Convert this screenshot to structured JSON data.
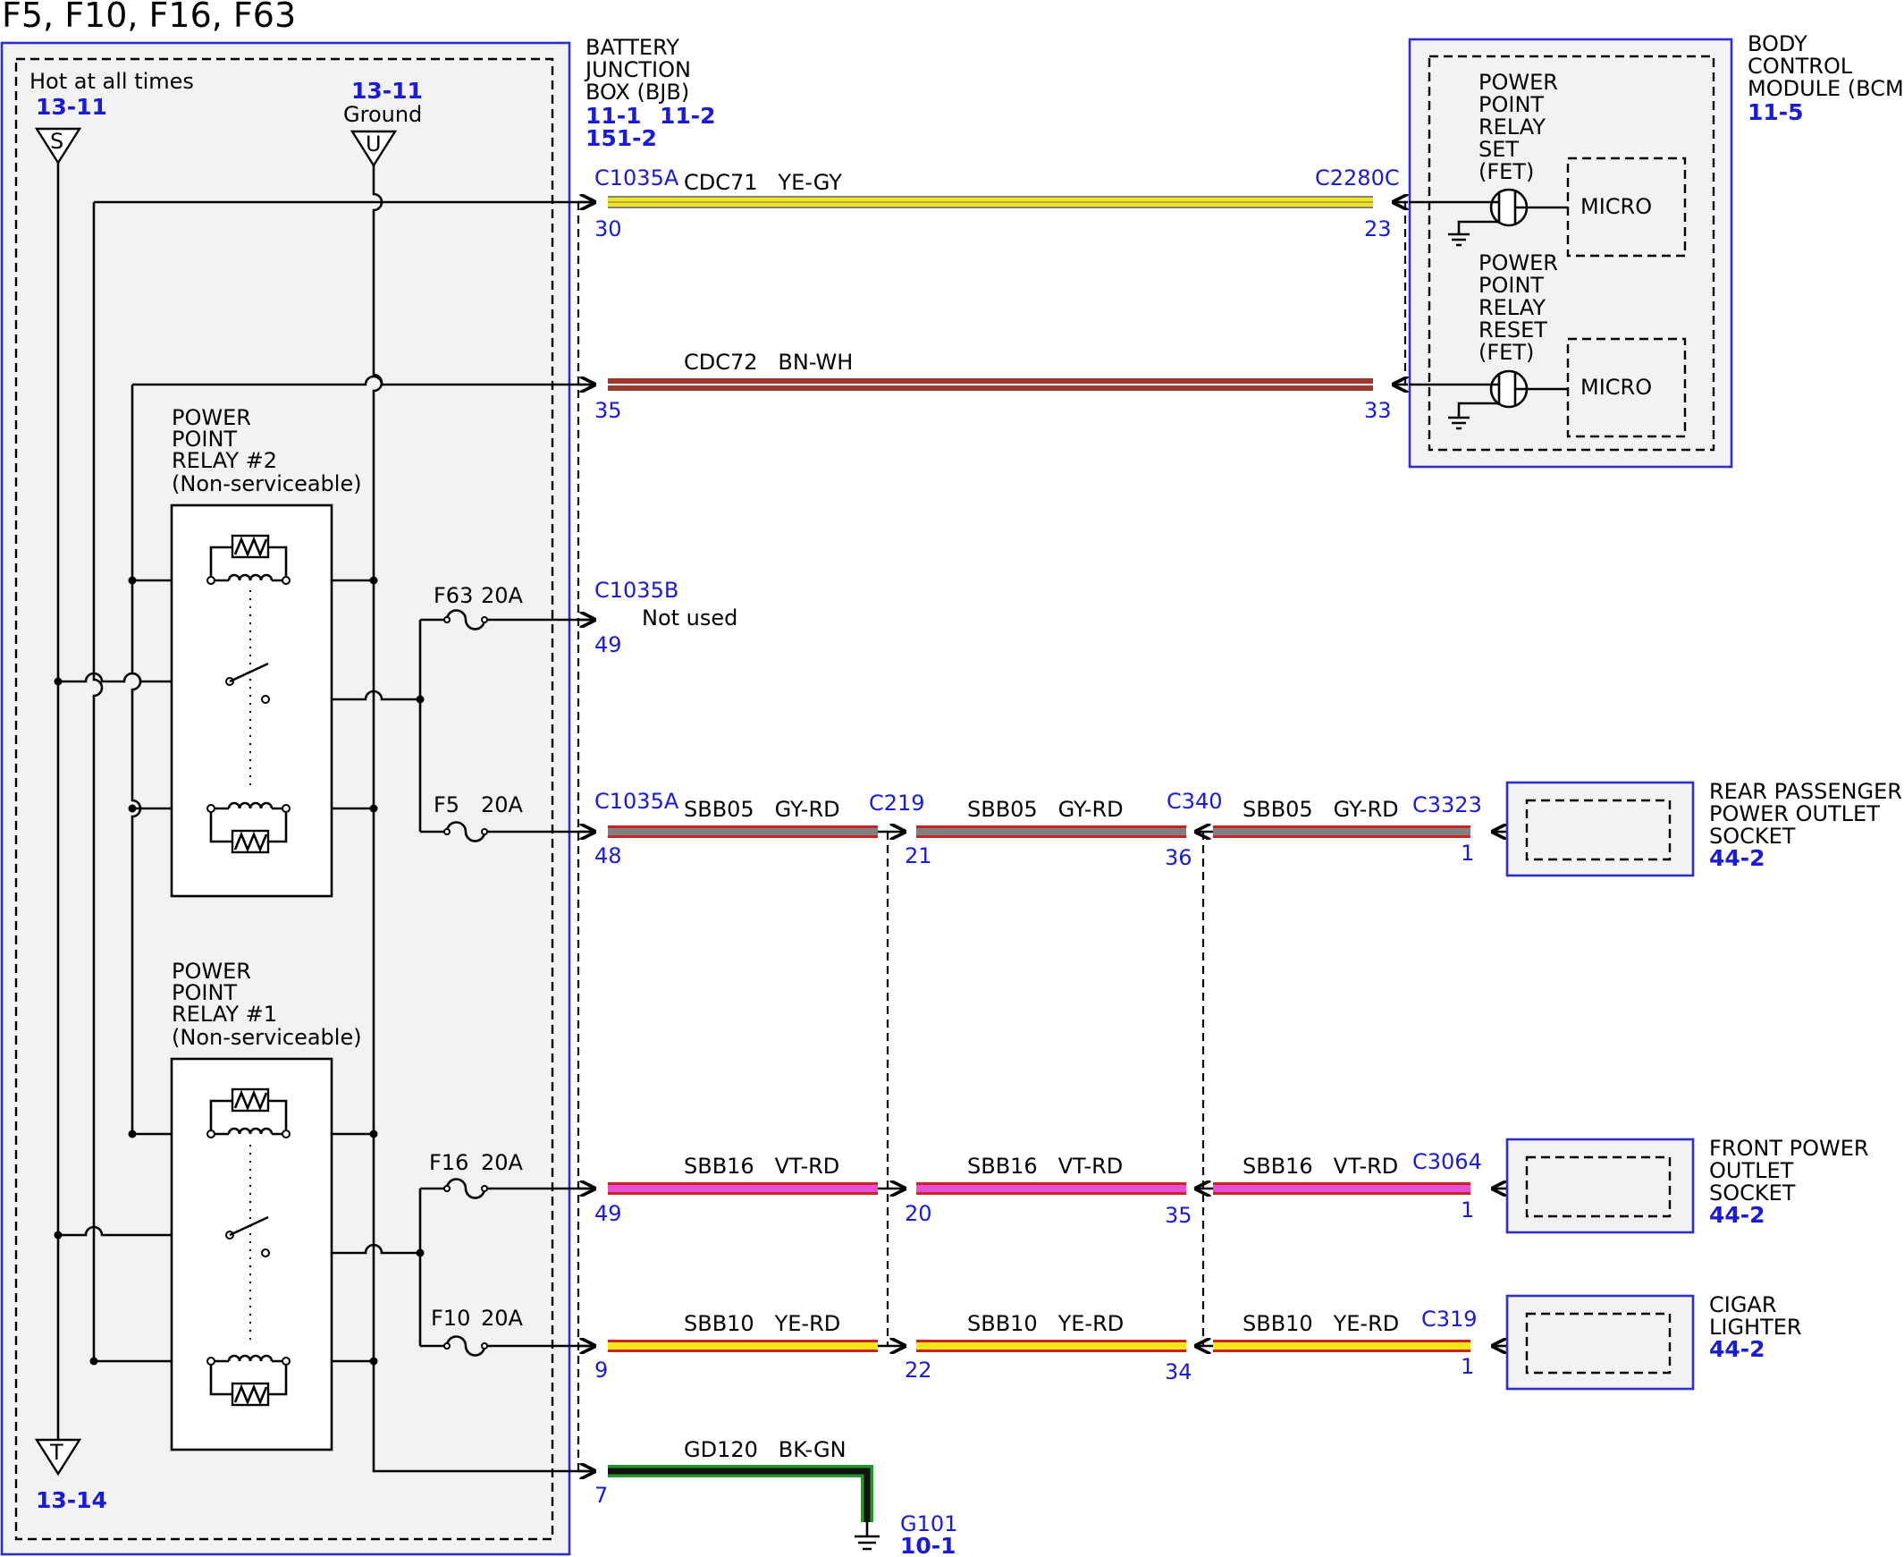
{
  "title": "F5, F10, F16, F63",
  "bjb": {
    "name_lines": [
      "BATTERY",
      "JUNCTION",
      "BOX (BJB)"
    ],
    "refs": [
      "11-1",
      "11-2",
      "151-2"
    ],
    "hot_label": "Hot at all times",
    "ground_label": "Ground",
    "node_s": {
      "letter": "S",
      "ref": "13-11"
    },
    "node_u": {
      "letter": "U",
      "ref": "13-11"
    },
    "node_t": {
      "letter": "T",
      "ref": "13-14"
    },
    "relay2_lines": [
      "POWER",
      "POINT",
      "RELAY #2",
      "(Non-serviceable)"
    ],
    "relay1_lines": [
      "POWER",
      "POINT",
      "RELAY #1",
      "(Non-serviceable)"
    ],
    "fuses": {
      "f63": {
        "name": "F63",
        "rating": "20A"
      },
      "f5": {
        "name": "F5",
        "rating": "20A"
      },
      "f16": {
        "name": "F16",
        "rating": "20A"
      },
      "f10": {
        "name": "F10",
        "rating": "20A"
      }
    }
  },
  "bcm": {
    "name_lines": [
      "BODY",
      "CONTROL",
      "MODULE (BCM)"
    ],
    "ref": "11-5",
    "set_lines": [
      "POWER",
      "POINT",
      "RELAY",
      "SET",
      "(FET)"
    ],
    "reset_lines": [
      "POWER",
      "POINT",
      "RELAY",
      "RESET",
      "(FET)"
    ],
    "micro": "MICRO"
  },
  "circuits": {
    "cdc71": {
      "conn_left": "C1035A",
      "pin_left": "30",
      "label": "CDC71   YE-GY",
      "conn_right": "C2280C",
      "pin_right": "23",
      "colors": [
        "#f5e61a",
        "#808080"
      ]
    },
    "cdc72": {
      "pin_left": "35",
      "label": "CDC72   BN-WH",
      "pin_right": "33",
      "colors": [
        "#9b3a2c",
        "#ffffff"
      ]
    },
    "f63_out": {
      "conn": "C1035B",
      "pin": "49",
      "note": "Not used"
    },
    "sbb05": {
      "label": "SBB05   GY-RD",
      "conn_a": "C1035A",
      "pin_a": "48",
      "conn_b": "C219",
      "pin_b": "21",
      "conn_c": "C340",
      "pin_c": "36",
      "conn_d": "C3323",
      "pin_d": "1",
      "colors": [
        "#808080",
        "#cc2222"
      ]
    },
    "sbb16": {
      "label": "SBB16   VT-RD",
      "pin_a": "49",
      "pin_b": "20",
      "pin_c": "35",
      "conn_d": "C3064",
      "pin_d": "1",
      "colors": [
        "#e34fd8",
        "#cc2222"
      ]
    },
    "sbb10": {
      "label": "SBB10   YE-RD",
      "pin_a": "9",
      "pin_b": "22",
      "pin_c": "34",
      "conn_d": "C319",
      "pin_d": "1",
      "colors": [
        "#f5e61a",
        "#cc2222"
      ]
    },
    "gd120": {
      "label": "GD120   BK-GN",
      "pin": "7",
      "ground": "G101",
      "ground_ref": "10-1",
      "colors": [
        "#111111",
        "#1f9a2a"
      ]
    }
  },
  "devices": {
    "rear": {
      "lines": [
        "REAR PASSENGER",
        "POWER OUTLET",
        "SOCKET"
      ],
      "ref": "44-2"
    },
    "front": {
      "lines": [
        "FRONT POWER",
        "OUTLET",
        "SOCKET"
      ],
      "ref": "44-2"
    },
    "cigar": {
      "lines": [
        "CIGAR",
        "LIGHTER"
      ],
      "ref": "44-2"
    }
  }
}
